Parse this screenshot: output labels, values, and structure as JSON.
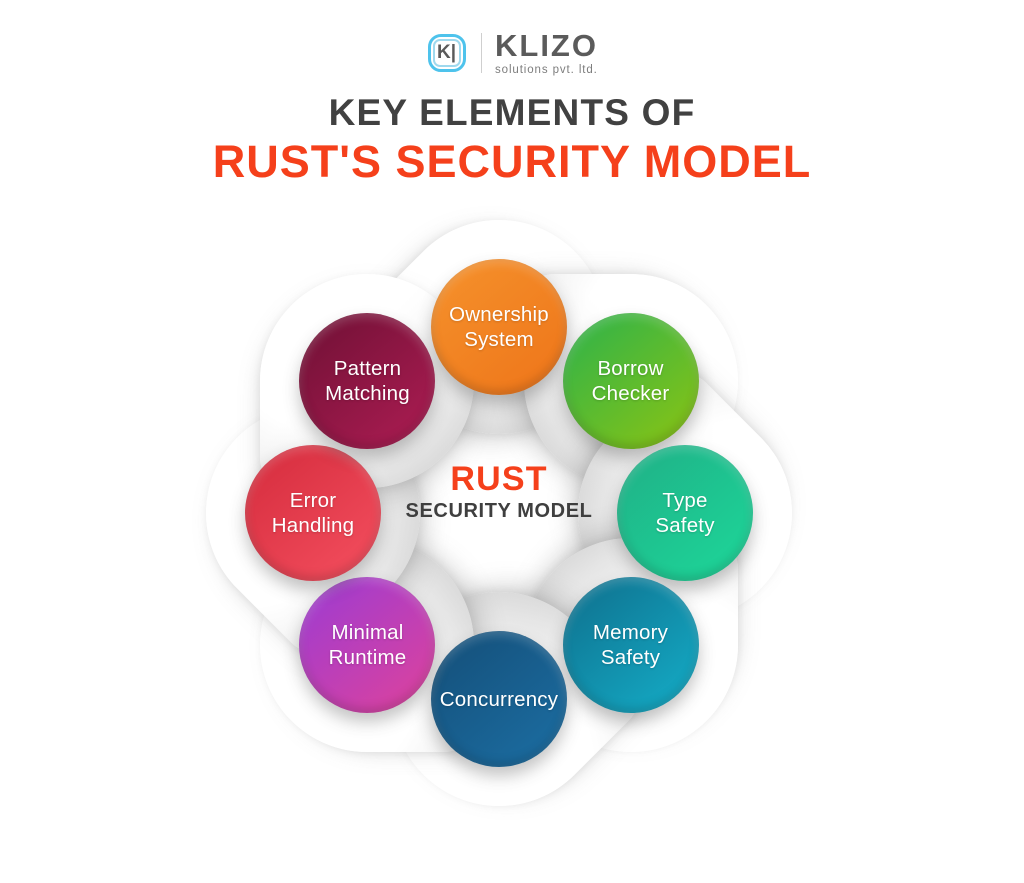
{
  "logo": {
    "mark_icon": "klizo-bracket-k-icon",
    "name": "KLIZO",
    "tagline": "solutions pvt. ltd.",
    "mark_color": "#4EC3EC",
    "name_color": "#5b5b5b"
  },
  "header": {
    "title_line1": "KEY ELEMENTS OF",
    "title_line2": "RUST'S SECURITY MODEL",
    "title_line1_color": "#414141",
    "title_line2_color": "#F5401B"
  },
  "center": {
    "title": "RUST",
    "subtitle": "SECURITY MODEL",
    "title_color": "#F5401B",
    "subtitle_color": "#3f3f3f"
  },
  "wheel": {
    "nodes": [
      {
        "id": "ownership-system",
        "label_line1": "Ownership",
        "label_line2": "System",
        "angle_deg": 0,
        "color_from": "#F5922C",
        "color_to": "#EE7419"
      },
      {
        "id": "borrow-checker",
        "label_line1": "Borrow",
        "label_line2": "Checker",
        "angle_deg": 45,
        "color_from": "#2BB24C",
        "color_to": "#8DC412"
      },
      {
        "id": "type-safety",
        "label_line1": "Type",
        "label_line2": "Safety",
        "angle_deg": 90,
        "color_from": "#1FAF86",
        "color_to": "#1ED89A"
      },
      {
        "id": "memory-safety",
        "label_line1": "Memory",
        "label_line2": "Safety",
        "angle_deg": 135,
        "color_from": "#0E6E8C",
        "color_to": "#15AFC9"
      },
      {
        "id": "concurrency",
        "label_line1": "Concurrency",
        "label_line2": "",
        "angle_deg": 180,
        "color_from": "#144E78",
        "color_to": "#1C6FA4"
      },
      {
        "id": "minimal-runtime",
        "label_line1": "Minimal",
        "label_line2": "Runtime",
        "angle_deg": 225,
        "color_from": "#9A3BD4",
        "color_to": "#E0439A"
      },
      {
        "id": "error-handling",
        "label_line1": "Error",
        "label_line2": "Handling",
        "angle_deg": 270,
        "color_from": "#D42B3C",
        "color_to": "#F55060"
      },
      {
        "id": "pattern-matching",
        "label_line1": "Pattern",
        "label_line2": "Matching",
        "angle_deg": 315,
        "color_from": "#6E1034",
        "color_to": "#AF1D54"
      }
    ]
  }
}
